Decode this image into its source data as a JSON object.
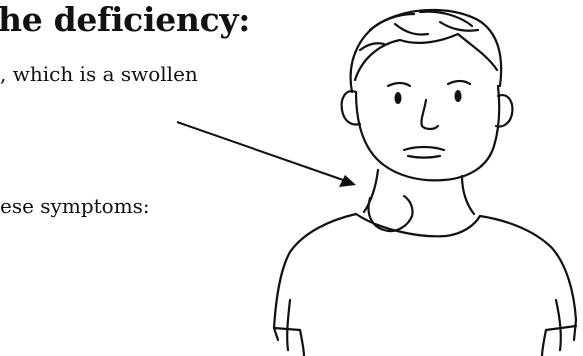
{
  "heading": "he deficiency:",
  "text_line_1": ", which is a swollen",
  "text_line_2": "ese symptoms:",
  "illustration": {
    "subject": "person with swollen neck",
    "stroke_color": "#111111"
  }
}
